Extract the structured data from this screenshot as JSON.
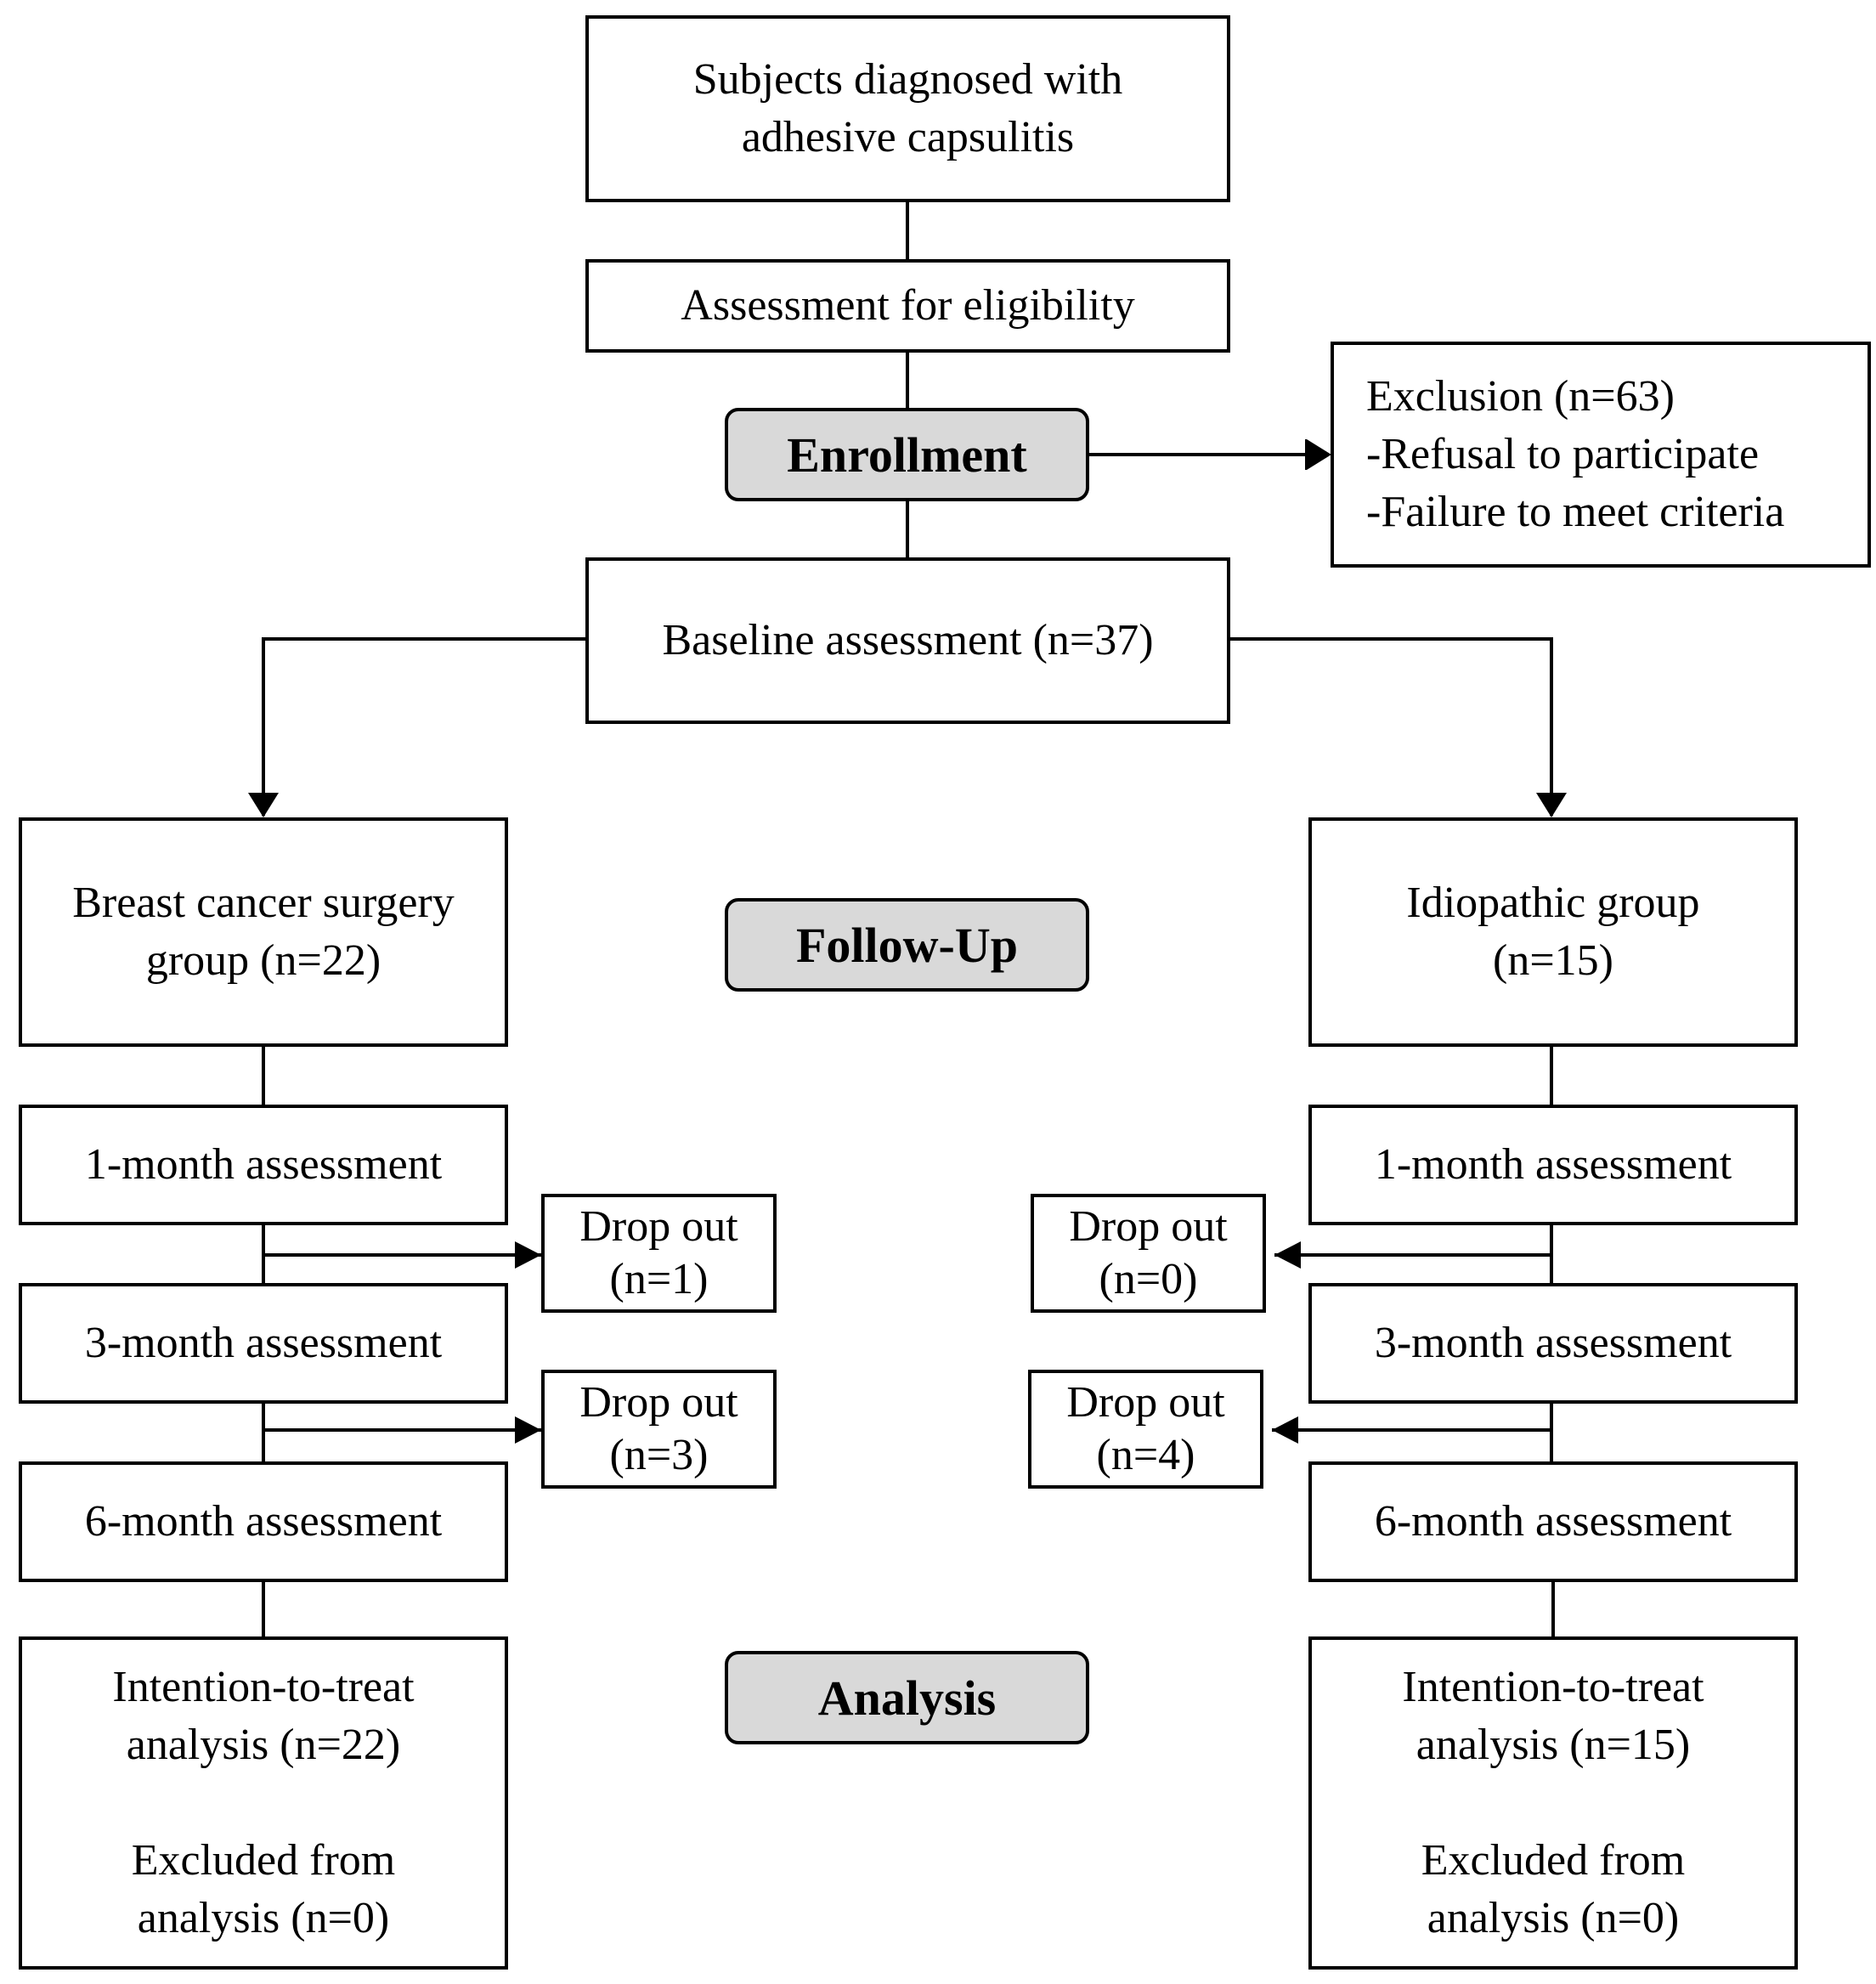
{
  "stages": {
    "enrollment": "Enrollment",
    "follow_up": "Follow-Up",
    "analysis": "Analysis"
  },
  "top": {
    "subjects": [
      "Subjects diagnosed with",
      "adhesive capsulitis"
    ],
    "eligibility": "Assessment for eligibility",
    "exclusion": [
      "Exclusion (n=63)",
      "-Refusal to participate",
      "-Failure to meet criteria"
    ],
    "baseline": "Baseline assessment (n=37)"
  },
  "left_arm": {
    "group": [
      "Breast cancer surgery",
      "group (n=22)"
    ],
    "m1": "1-month assessment",
    "m3": "3-month assessment",
    "m6": "6-month assessment",
    "dropout1": [
      "Drop out",
      "(n=1)"
    ],
    "dropout2": [
      "Drop out",
      "(n=3)"
    ],
    "analysis": [
      "Intention-to-treat",
      "analysis (n=22)",
      "Excluded from",
      "analysis (n=0)"
    ]
  },
  "right_arm": {
    "group": [
      "Idiopathic group",
      "(n=15)"
    ],
    "m1": "1-month assessment",
    "m3": "3-month assessment",
    "m6": "6-month assessment",
    "dropout1": [
      "Drop out",
      "(n=0)"
    ],
    "dropout2": [
      "Drop out",
      "(n=4)"
    ],
    "analysis": [
      "Intention-to-treat",
      "analysis (n=15)",
      "Excluded from",
      "analysis (n=0)"
    ]
  }
}
